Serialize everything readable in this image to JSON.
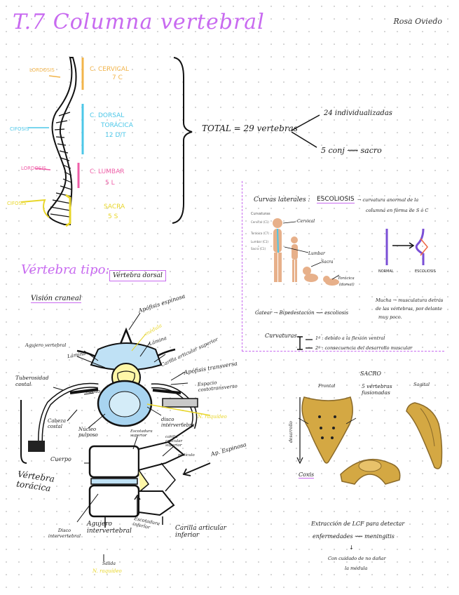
{
  "header": {
    "title": "T.7 Columna vertebral",
    "author": "Rosa Oviedo"
  },
  "spine": {
    "lordosis_top": "LORDOSIS",
    "cifosis_mid": "CIFOSIS",
    "lordosis_low": "LORDOSIS",
    "cifosis_low": "CIFOSIS",
    "cervical": "C. CERVICAL",
    "cervical_count": "7 C",
    "dorsal": "C. DORSAL",
    "toracica": "TORÁCICA",
    "dorsal_count": "12 D/T",
    "lumbar": "C. LUMBAR",
    "lumbar_count": "5 L",
    "sacra": "SACRA",
    "sacra_count": "5 S"
  },
  "total": {
    "label": "TOTAL = 29 vertebras",
    "branch1": "24 individualizadas",
    "branch2": "5 conj ⟿ sacro"
  },
  "curvas": {
    "line1_a": "Curvas laterales :",
    "line1_b": "ESCOLIOSIS",
    "line1_c": "→ curvatura anormal de la",
    "line2": "columna en forma de S o C",
    "photo_heading": "Curvaturas",
    "photo_rows": [
      "Cervical (C1)",
      "Torácica (C7)",
      "Lumbar (C1)",
      "Sacra (C1)"
    ],
    "cervical_tag": "Cervical",
    "lumbar_tag": "Lumbar",
    "sacra_tag": "Sacra",
    "toracica_tag": "Torácica",
    "toracica_sub": "(dorsal)",
    "normal": "NORMAL",
    "escoliosis_word": "ESCOLIOSIS",
    "mucha1": "Mucha → musculatura detrás",
    "mucha2": "de las vértebras, por delante",
    "mucha3": "muy poco.",
    "gatear": "Gatear → Bipedestación ⟿ escoliosis",
    "curvaturas": "Curvaturas",
    "c1": "1ª : debido a la flexión ventral",
    "c2": "2ª : consecuencia del desarrollo muscular"
  },
  "vertebra": {
    "title": "Vértebra tipo:",
    "boxed": "Vértebra dorsal",
    "vision": "Visión craneal",
    "apofisis_espinosa": "Apófisis espinosa",
    "medula": "médula",
    "lamina_r": "Lámina",
    "lamina_l": "Lámina",
    "carilla_sup": "Carilla articular superior",
    "agujero_vertebral": "Agujero vertebral",
    "apofisis_transversa": "Apófisis transversa",
    "espacio": "Espacio costotransverso",
    "tuberosidad": "Tuberosidad costal",
    "cuello": "cuello",
    "n_raquideo": "N. raquídeo",
    "cabeza": "Cabeza costal",
    "nucleo": "Núcleo pulposo",
    "disco": "disco intervertebral",
    "escotadura_sup": "Escotadura superior",
    "carilla_art_sup": "carilla articular superior",
    "pediculo": "pedículo",
    "cuerpo": "Cuerpo",
    "ap_espinosa": "Ap. Espinosa",
    "vertebra_toracica": "Vértebra torácica",
    "disco_iv": "Disco intervertebral",
    "agujero_iv": "Agujero intervertebral",
    "escotadura_inf": "Escotadura inferior",
    "carilla_inf": "Carilla articular inferior",
    "salida": "Salida",
    "n_raquideo2": "N. raquídeo"
  },
  "sacro": {
    "title": "SACRO",
    "sub": "5 vértebras fusionadas",
    "frontal": "Frontal",
    "sagital": "Sagital",
    "desarrollo": "desarrollo",
    "coxis": "Coxis"
  },
  "lcf": {
    "line1": "Extracción de LCF para detectar",
    "line2": "enfermedades ⟿ meningitis",
    "arrow": "↓",
    "line3": "Con cuidado de no dañar",
    "line4": "la médula"
  },
  "colors": {
    "purple": "#c86af0",
    "orange": "#f2b44a",
    "blue": "#4cc7e8",
    "pink": "#ef5fa8",
    "yellow": "#e8d62a",
    "bone": "#d4a843"
  }
}
